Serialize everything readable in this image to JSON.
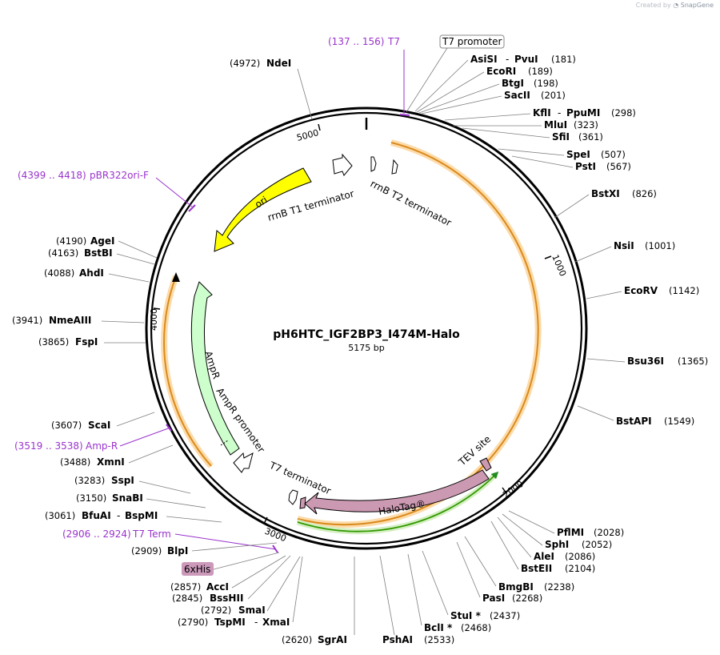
{
  "credit": {
    "prefix": "Created by",
    "brand": "SnapGene"
  },
  "plasmid": {
    "name": "pH6HTC_IGF2BP3_I474M-Halo",
    "length_label": "5175 bp",
    "length": 5175
  },
  "tick_labels": [
    "1000",
    "2000",
    "3000",
    "4000",
    "5000"
  ],
  "colors": {
    "backbone": "#000000",
    "orf_yellow": "#f5b449",
    "ori": "#ffff00",
    "ampr": "#ccffcc",
    "halotag": "#cc99b2",
    "insert_green": "#66cc33",
    "primer": "#9933cc",
    "his_tag": "#cc99bb"
  },
  "features": {
    "ori": "ori",
    "rrnb_t1": "rrnB T1 terminator",
    "rrnb_t2": "rrnB T2 terminator",
    "ampr": "AmpR",
    "ampr_promoter": "AmpR promoter",
    "t7_terminator": "T7 terminator",
    "halotag": "HaloTag®",
    "tev_site": "TEV site",
    "t7_promoter": "T7 promoter",
    "his_tag": "6xHis"
  },
  "primers": [
    {
      "range": "(137 .. 156)",
      "name": "T7"
    },
    {
      "range": "(4399 .. 4418)",
      "name": "pBR322ori-F"
    },
    {
      "range": "(3519 .. 3538)",
      "name": "Amp-R"
    },
    {
      "range": "(2906 .. 2924)",
      "name": "T7 Term"
    }
  ],
  "enzymes_right": [
    {
      "name": "AsiSI",
      "name2": "PvuI",
      "pos": "(181)"
    },
    {
      "name": "EcoRI",
      "pos": "(189)"
    },
    {
      "name": "BtgI",
      "pos": "(198)"
    },
    {
      "name": "SacII",
      "pos": "(201)"
    },
    {
      "name": "KflI",
      "name2": "PpuMI",
      "pos": "(298)"
    },
    {
      "name": "MluI",
      "pos": "(323)"
    },
    {
      "name": "SfiI",
      "pos": "(361)"
    },
    {
      "name": "SpeI",
      "pos": "(507)"
    },
    {
      "name": "PstI",
      "pos": "(567)"
    },
    {
      "name": "BstXI",
      "pos": "(826)"
    },
    {
      "name": "NsiI",
      "pos": "(1001)"
    },
    {
      "name": "EcoRV",
      "pos": "(1142)"
    },
    {
      "name": "Bsu36I",
      "pos": "(1365)"
    },
    {
      "name": "BstAPI",
      "pos": "(1549)"
    },
    {
      "name": "PflMI",
      "pos": "(2028)"
    },
    {
      "name": "SphI",
      "pos": "(2052)"
    },
    {
      "name": "AleI",
      "pos": "(2086)"
    },
    {
      "name": "BstEII",
      "pos": "(2104)"
    },
    {
      "name": "BmgBI",
      "pos": "(2238)"
    },
    {
      "name": "PasI",
      "pos": "(2268)"
    },
    {
      "name": "StuI *",
      "pos": "(2437)"
    },
    {
      "name": "BclI *",
      "pos": "(2468)"
    },
    {
      "name": "PshAI",
      "pos": "(2533)"
    }
  ],
  "enzymes_left": [
    {
      "name": "NdeI",
      "pos": "(4972)"
    },
    {
      "name": "AgeI",
      "pos": "(4190)"
    },
    {
      "name": "BstBI",
      "pos": "(4163)"
    },
    {
      "name": "AhdI",
      "pos": "(4088)"
    },
    {
      "name": "NmeAIII",
      "pos": "(3941)"
    },
    {
      "name": "FspI",
      "pos": "(3865)"
    },
    {
      "name": "ScaI",
      "pos": "(3607)"
    },
    {
      "name": "XmnI",
      "pos": "(3488)"
    },
    {
      "name": "SspI",
      "pos": "(3283)"
    },
    {
      "name": "SnaBI",
      "pos": "(3150)"
    },
    {
      "name": "BfuAI",
      "name2": "BspMI",
      "pos": "(3061)"
    },
    {
      "name": "BlpI",
      "pos": "(2909)"
    },
    {
      "name": "AccI",
      "pos": "(2857)"
    },
    {
      "name": "BssHII",
      "pos": "(2845)"
    },
    {
      "name": "SmaI",
      "pos": "(2792)"
    },
    {
      "name": "TspMI",
      "name2": "XmaI",
      "pos": "(2790)"
    },
    {
      "name": "SgrAI",
      "pos": "(2620)"
    }
  ]
}
